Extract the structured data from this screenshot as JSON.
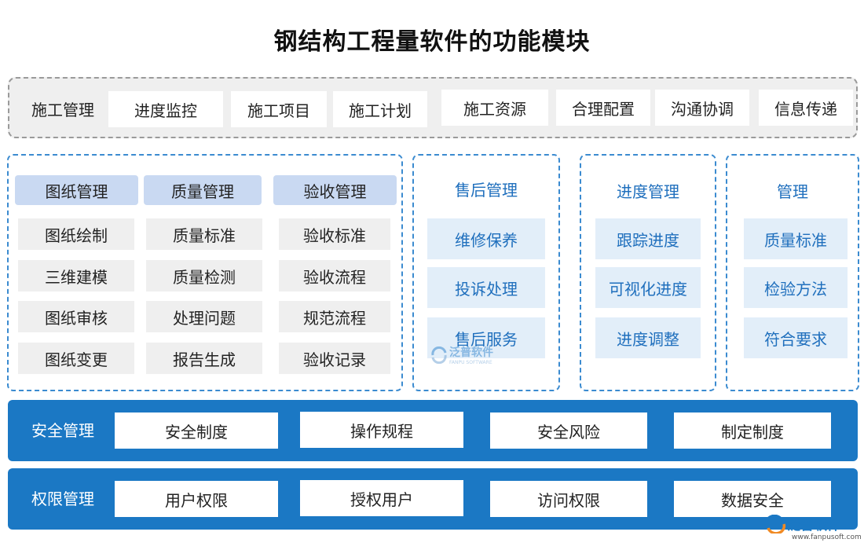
{
  "title": "钢结构工程量软件的功能模块",
  "construction": {
    "label": "施工管理",
    "items": [
      "进度监控",
      "施工项目",
      "施工计划",
      "施工资源",
      "合理配置",
      "沟通协调",
      "信息传递"
    ]
  },
  "left_panel": {
    "headers": [
      "图纸管理",
      "质量管理",
      "验收管理"
    ],
    "columns": [
      [
        "图纸绘制",
        "三维建模",
        "图纸审核",
        "图纸变更"
      ],
      [
        "质量标准",
        "质量检测",
        "处理问题",
        "报告生成"
      ],
      [
        "验收标准",
        "验收流程",
        "规范流程",
        "验收记录"
      ]
    ]
  },
  "after_sales": {
    "title": "售后管理",
    "items": [
      "维修保养",
      "投诉处理",
      "售后服务"
    ]
  },
  "progress": {
    "title": "进度管理",
    "items": [
      "跟踪进度",
      "可视化进度",
      "进度调整"
    ]
  },
  "management": {
    "title": "管理",
    "items": [
      "质量标准",
      "检验方法",
      "符合要求"
    ]
  },
  "safety": {
    "label": "安全管理",
    "items": [
      "安全制度",
      "操作规程",
      "安全风险",
      "制定制度"
    ]
  },
  "permission": {
    "label": "权限管理",
    "items": [
      "用户权限",
      "授权用户",
      "访问权限",
      "数据安全"
    ]
  },
  "watermark": {
    "name": "泛普软件",
    "sub": "FANPU SOFTWARE"
  },
  "logo": {
    "name": "泛普软件",
    "url": "www.fanpusoft.com",
    "icon": "fanpu-logo-icon"
  },
  "colors": {
    "accent_blue": "#1b78c4",
    "header_blue": "#c9d9f2",
    "cell_blue": "#e2eef9",
    "cell_gray": "#efefef"
  }
}
